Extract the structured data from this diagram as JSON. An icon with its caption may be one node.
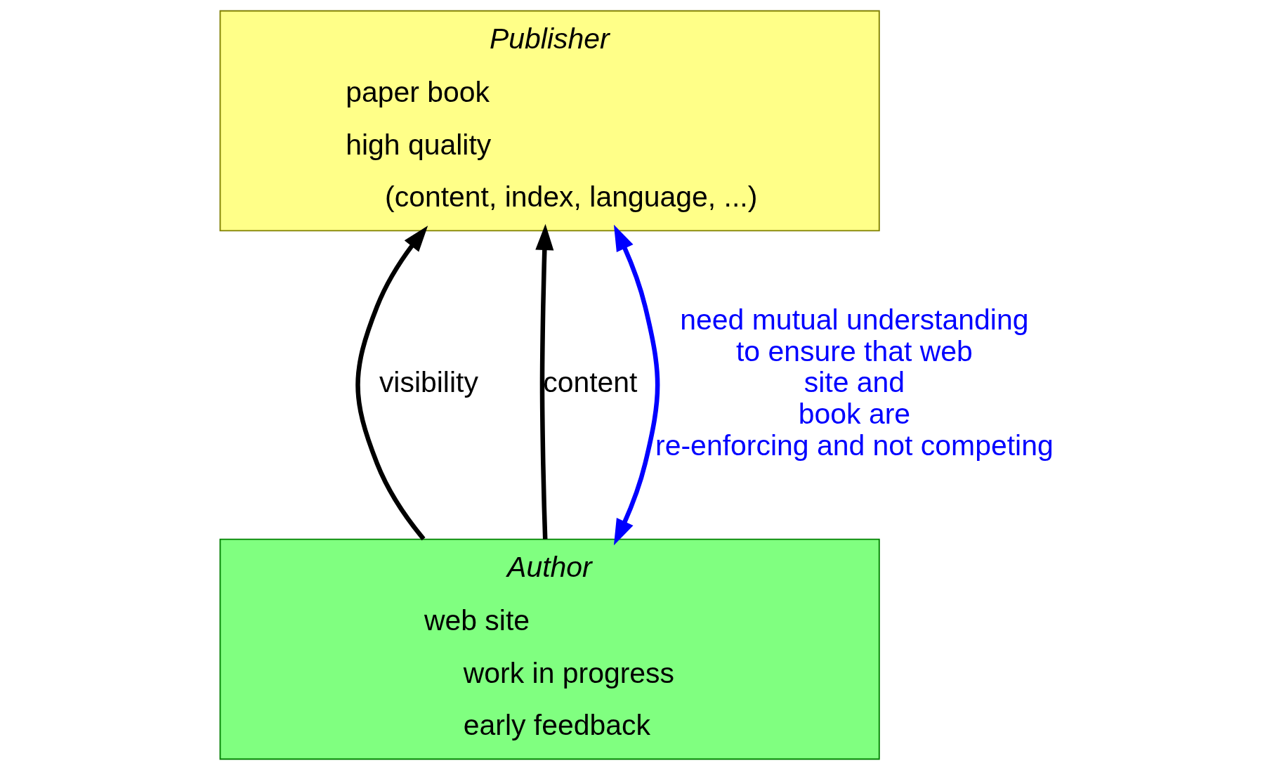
{
  "diagram": {
    "nodes": [
      {
        "text": [
          "Publisher",
          "paper book",
          "high quality",
          "(content, index, language, ...)"
        ]
      },
      {
        "text": [
          "Author",
          "web site",
          "work in progress",
          "early feedback"
        ]
      }
    ],
    "edges": [
      {
        "from": 1,
        "to": 0,
        "arrow": "to",
        "label": "visibility"
      },
      {
        "from": 1,
        "to": 0,
        "arrow": "to",
        "label": "content"
      },
      {
        "from": 1,
        "to": 0,
        "arrow": "both",
        "color": "#0000ff",
        "label": "need mutual understanding to ensure that web site and book are re-enforcing and not competing"
      }
    ]
  }
}
